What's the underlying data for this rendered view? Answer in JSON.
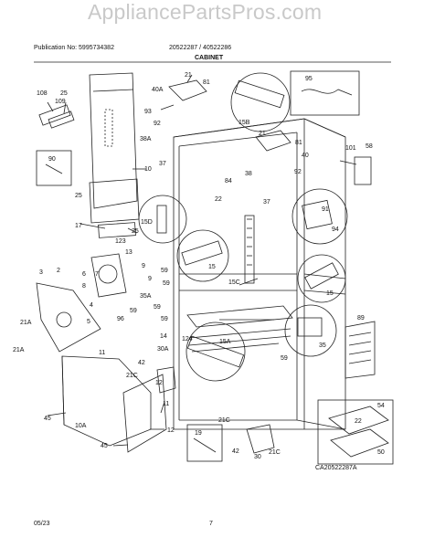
{
  "header": {
    "publication": "Publication No: 5995734382",
    "model_numbers": "20522287 / 40522286",
    "section_title": "CABINET",
    "watermark": "AppliancePartsPros.com"
  },
  "footer": {
    "date": "05/23",
    "page_number": "7"
  },
  "diagram": {
    "drawing_id": "CA20522287A",
    "part_labels": [
      "108",
      "25",
      "109",
      "40A",
      "21",
      "81",
      "93",
      "92",
      "38A",
      "37",
      "15B",
      "95",
      "21",
      "81",
      "40",
      "101",
      "58",
      "38",
      "92",
      "90",
      "10",
      "84",
      "22",
      "37",
      "15D",
      "91",
      "94",
      "25",
      "17",
      "123",
      "13",
      "9",
      "15",
      "7",
      "6",
      "3",
      "2",
      "8",
      "9",
      "59",
      "59",
      "35A",
      "96",
      "15C",
      "59",
      "15",
      "4",
      "5",
      "21A",
      "59",
      "14",
      "89",
      "11",
      "30A",
      "42",
      "124",
      "15A",
      "59",
      "35",
      "21C",
      "12",
      "21A",
      "10A",
      "11",
      "45",
      "21C",
      "19",
      "42",
      "30",
      "21C",
      "54",
      "22",
      "50",
      "45",
      "12"
    ]
  }
}
